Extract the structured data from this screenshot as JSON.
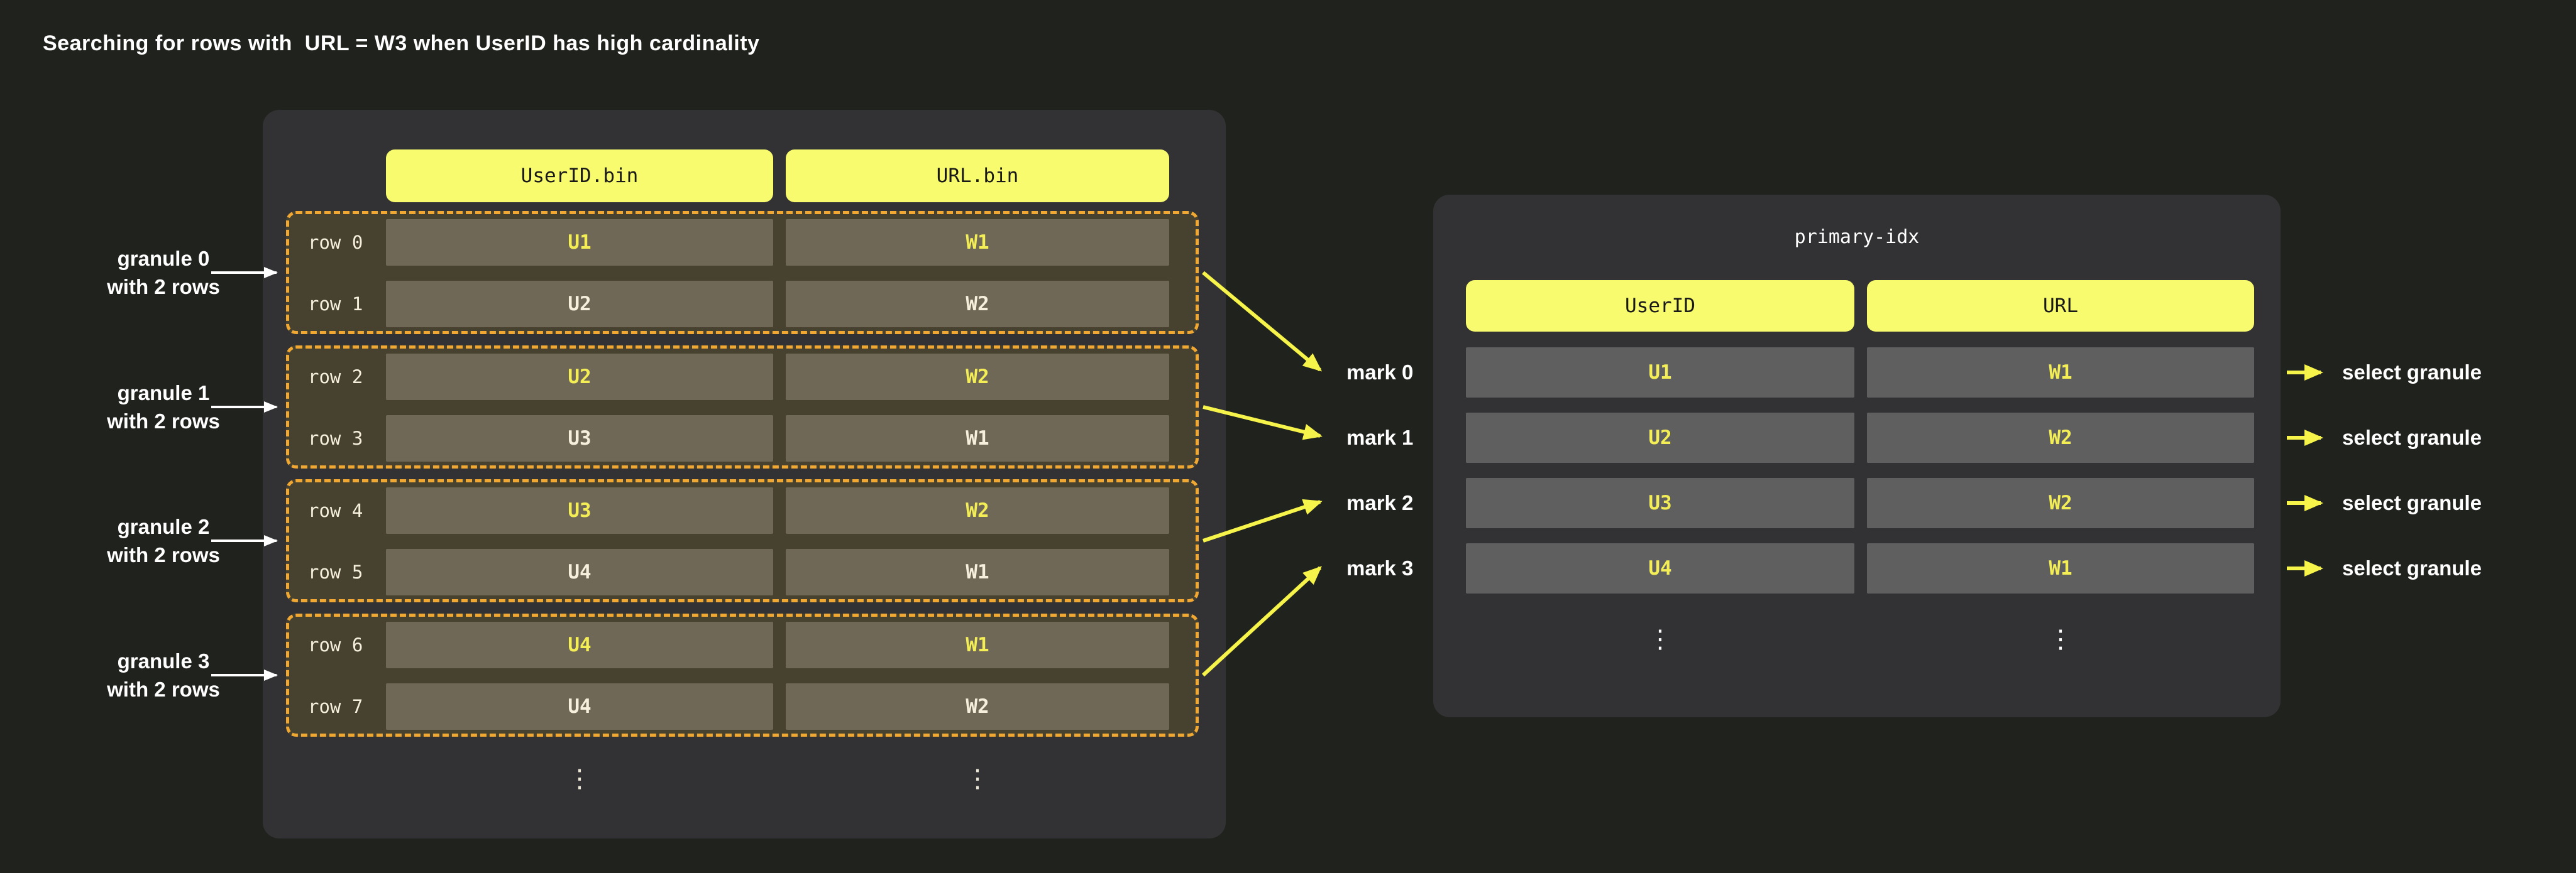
{
  "title": "Searching for rows with  URL = W3 when UserID has high cardinality",
  "colors": {
    "page_background": "#20221d",
    "panel_background": "#323234",
    "header_yellow": "#f9fb6e",
    "granule_dash_orange": "#f0a832",
    "granule_background": "#474130",
    "left_cell_background": "#6f6857",
    "index_cell_background": "#5f5f5f",
    "highlight_value_yellow": "#f3ee55",
    "arrow_yellow": "#f6f44b",
    "text_white": "#ffffff"
  },
  "left_table": {
    "columns": [
      "UserID.bin",
      "URL.bin"
    ],
    "granules": [
      {
        "label": [
          "granule 0",
          "with 2 rows"
        ],
        "rows": [
          {
            "name": "row 0",
            "values": [
              "U1",
              "W1"
            ]
          },
          {
            "name": "row 1",
            "values": [
              "U2",
              "W2"
            ]
          }
        ]
      },
      {
        "label": [
          "granule 1",
          "with 2 rows"
        ],
        "rows": [
          {
            "name": "row 2",
            "values": [
              "U2",
              "W2"
            ]
          },
          {
            "name": "row 3",
            "values": [
              "U3",
              "W1"
            ]
          }
        ]
      },
      {
        "label": [
          "granule 2",
          "with 2 rows"
        ],
        "rows": [
          {
            "name": "row 4",
            "values": [
              "U3",
              "W2"
            ]
          },
          {
            "name": "row 5",
            "values": [
              "U4",
              "W1"
            ]
          }
        ]
      },
      {
        "label": [
          "granule 3",
          "with 2 rows"
        ],
        "rows": [
          {
            "name": "row 6",
            "values": [
              "U4",
              "W1"
            ]
          },
          {
            "name": "row 7",
            "values": [
              "U4",
              "W2"
            ]
          }
        ]
      }
    ],
    "ellipsis": "⋮"
  },
  "marks": {
    "labels": [
      "mark 0",
      "mark 1",
      "mark 2",
      "mark 3"
    ]
  },
  "primary_index": {
    "title": "primary-idx",
    "columns": [
      "UserID",
      "URL"
    ],
    "rows": [
      [
        "U1",
        "W1"
      ],
      [
        "U2",
        "W2"
      ],
      [
        "U3",
        "W2"
      ],
      [
        "U4",
        "W1"
      ]
    ],
    "ellipsis": "⋮",
    "select_labels": [
      "select granule",
      "select granule",
      "select granule",
      "select granule"
    ]
  }
}
